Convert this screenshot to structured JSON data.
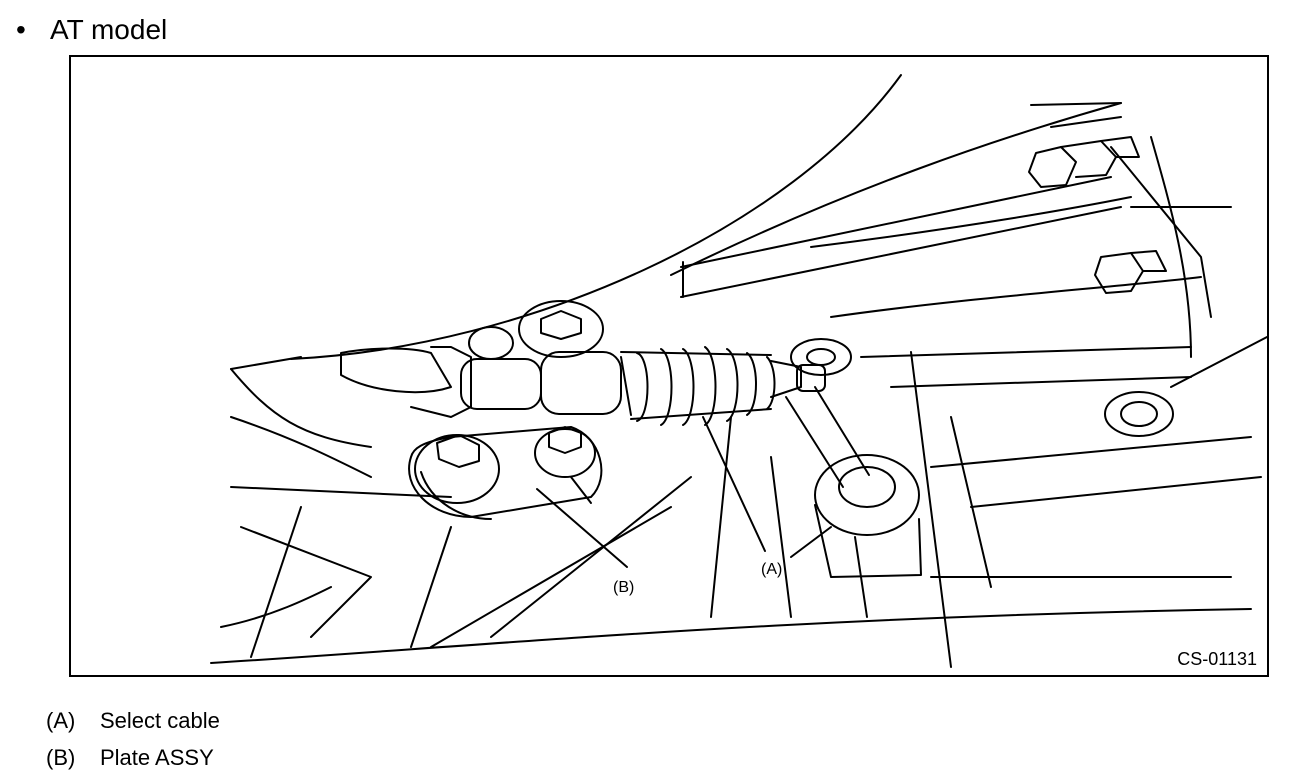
{
  "heading": {
    "bullet": "•",
    "text": "AT model"
  },
  "figure": {
    "figure_id": "CS-01131",
    "callouts": {
      "a": "(A)",
      "b": "(B)"
    }
  },
  "legend": [
    {
      "key": "(A)",
      "label": "Select cable"
    },
    {
      "key": "(B)",
      "label": "Plate ASSY"
    }
  ]
}
